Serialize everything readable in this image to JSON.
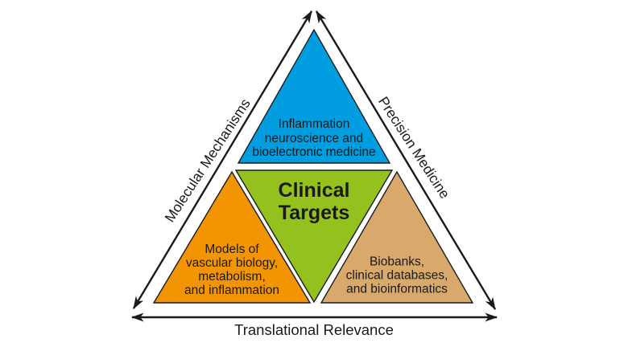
{
  "diagram": {
    "top_triangle": {
      "label": "Inflammation\nneuroscience and\nbioelectronic medicine",
      "color": "#009EE0"
    },
    "center_triangle": {
      "label": "Clinical\nTargets",
      "color": "#95C11F"
    },
    "bottom_left_triangle": {
      "label": "Models of\nvascular biology,\nmetabolism,\nand inflammation",
      "color": "#F39502"
    },
    "bottom_right_triangle": {
      "label": "Biobanks,\nclinical databases,\nand bioinformatics",
      "color": "#D9A96C"
    },
    "edge_labels": {
      "left": "Molecular Mechanisms",
      "right": "Precision Medicine",
      "bottom": "Translational Relevance"
    },
    "arrow_color": "#1a1a1a",
    "outline_color": "#1a1a1a"
  }
}
